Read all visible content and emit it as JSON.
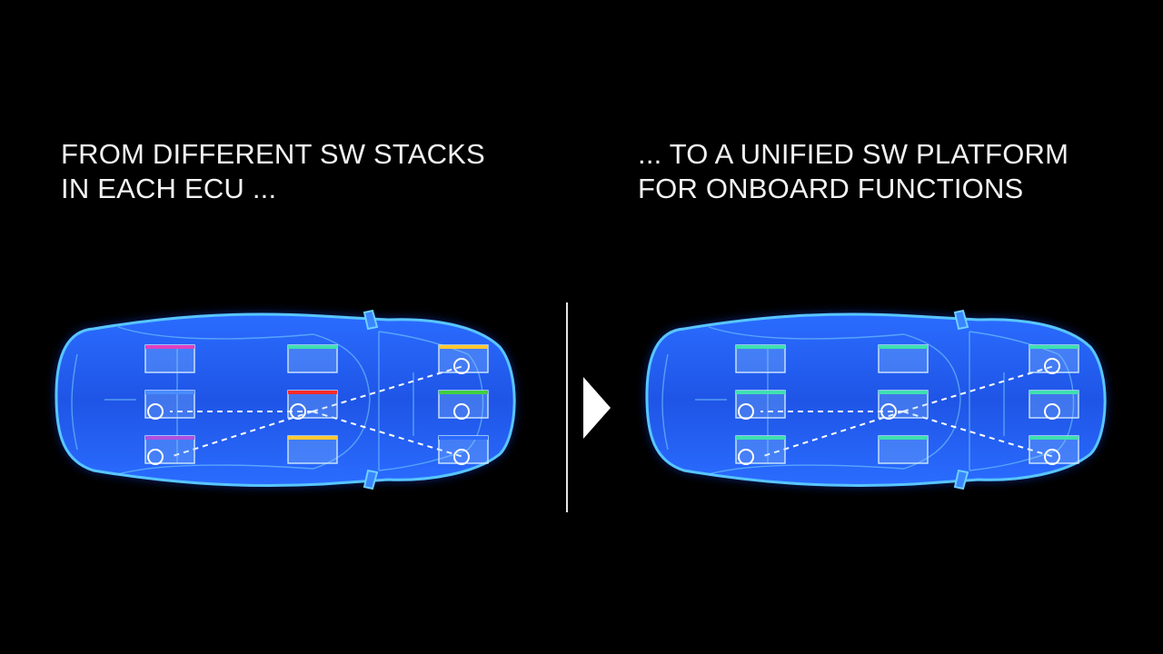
{
  "left": {
    "caption_line1": "FROM DIFFERENT SW STACKS",
    "caption_line2": "IN EACH ECU ...",
    "ecus": [
      {
        "name": "ecu-rear-top",
        "color": "#e040c0",
        "hub": false
      },
      {
        "name": "ecu-rear-mid",
        "color": "#4a8cff",
        "hub": true
      },
      {
        "name": "ecu-rear-bottom",
        "color": "#b050e0",
        "hub": true
      },
      {
        "name": "ecu-center-top",
        "color": "#40e0b0",
        "hub": false
      },
      {
        "name": "ecu-center-mid",
        "color": "#ff2a2a",
        "hub": true
      },
      {
        "name": "ecu-center-bottom",
        "color": "#ffc830",
        "hub": false
      },
      {
        "name": "ecu-front-top",
        "color": "#ffc830",
        "hub": true
      },
      {
        "name": "ecu-front-mid",
        "color": "#40d040",
        "hub": false
      },
      {
        "name": "ecu-front-bottom",
        "color": "#2a6aff",
        "hub": true
      }
    ]
  },
  "right": {
    "caption_line1": "... TO A UNIFIED SW PLATFORM",
    "caption_line2": "FOR ONBOARD FUNCTIONS",
    "unified_color": "#3ee0b0"
  }
}
